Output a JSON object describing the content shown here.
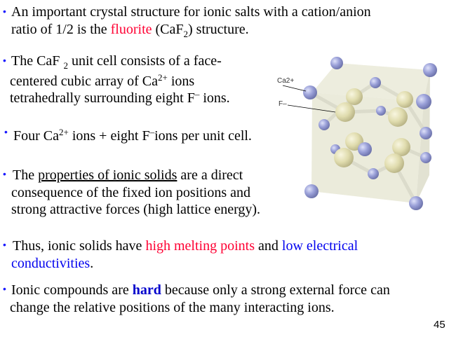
{
  "bullets": [
    {
      "lines": [
        {
          "a": "An important crystal structure for ionic salts with a cation/anion"
        },
        {
          "a": "ratio of 1/2 is the ",
          "red": "fluorite",
          "b": " (CaF",
          "sub": "2",
          "c": ") structure."
        }
      ]
    },
    {
      "lines": [
        {
          "a": "The CaF ",
          "sub": "2",
          "b": " unit cell consists of a face-"
        },
        {
          "a": "centered cubic array of Ca",
          "sup": "2+",
          "b": " ions"
        },
        {
          "a": "tetrahedrally surrounding eight F",
          "sup": "–",
          "b": " ions."
        }
      ]
    },
    {
      "lines": [
        {
          "a": "Four Ca",
          "sup": "2+",
          "b": " ions + eight F",
          "sup2": "–",
          "c": "ions per unit cell."
        }
      ]
    },
    {
      "lines": [
        {
          "a": "The ",
          "u": "properties of ionic solids",
          "b": " are a direct"
        },
        {
          "a": "consequence of the fixed ion positions and"
        },
        {
          "a": "strong attractive forces (high lattice energy)."
        }
      ]
    },
    {
      "lines": [
        {
          "a": "Thus, ionic solids have ",
          "red": "high melting points",
          "b": " and ",
          "blue": "low electrical"
        },
        {
          "blue": "conductivities",
          "b": "."
        }
      ]
    },
    {
      "lines": [
        {
          "a": "Ionic compounds are ",
          "hard": "hard",
          "b": " because only a strong external force can"
        },
        {
          "a": "change the relative positions of the many interacting ions."
        }
      ]
    }
  ],
  "figure": {
    "label_cation": "Ca2+",
    "label_anion": "F–"
  },
  "page_number": "45",
  "colors": {
    "bullet": "#1a1aff",
    "highlight_red": "#ff0033",
    "highlight_blue": "#0000ee",
    "cation": "#9aa0d8",
    "anion": "#e0dcae"
  }
}
